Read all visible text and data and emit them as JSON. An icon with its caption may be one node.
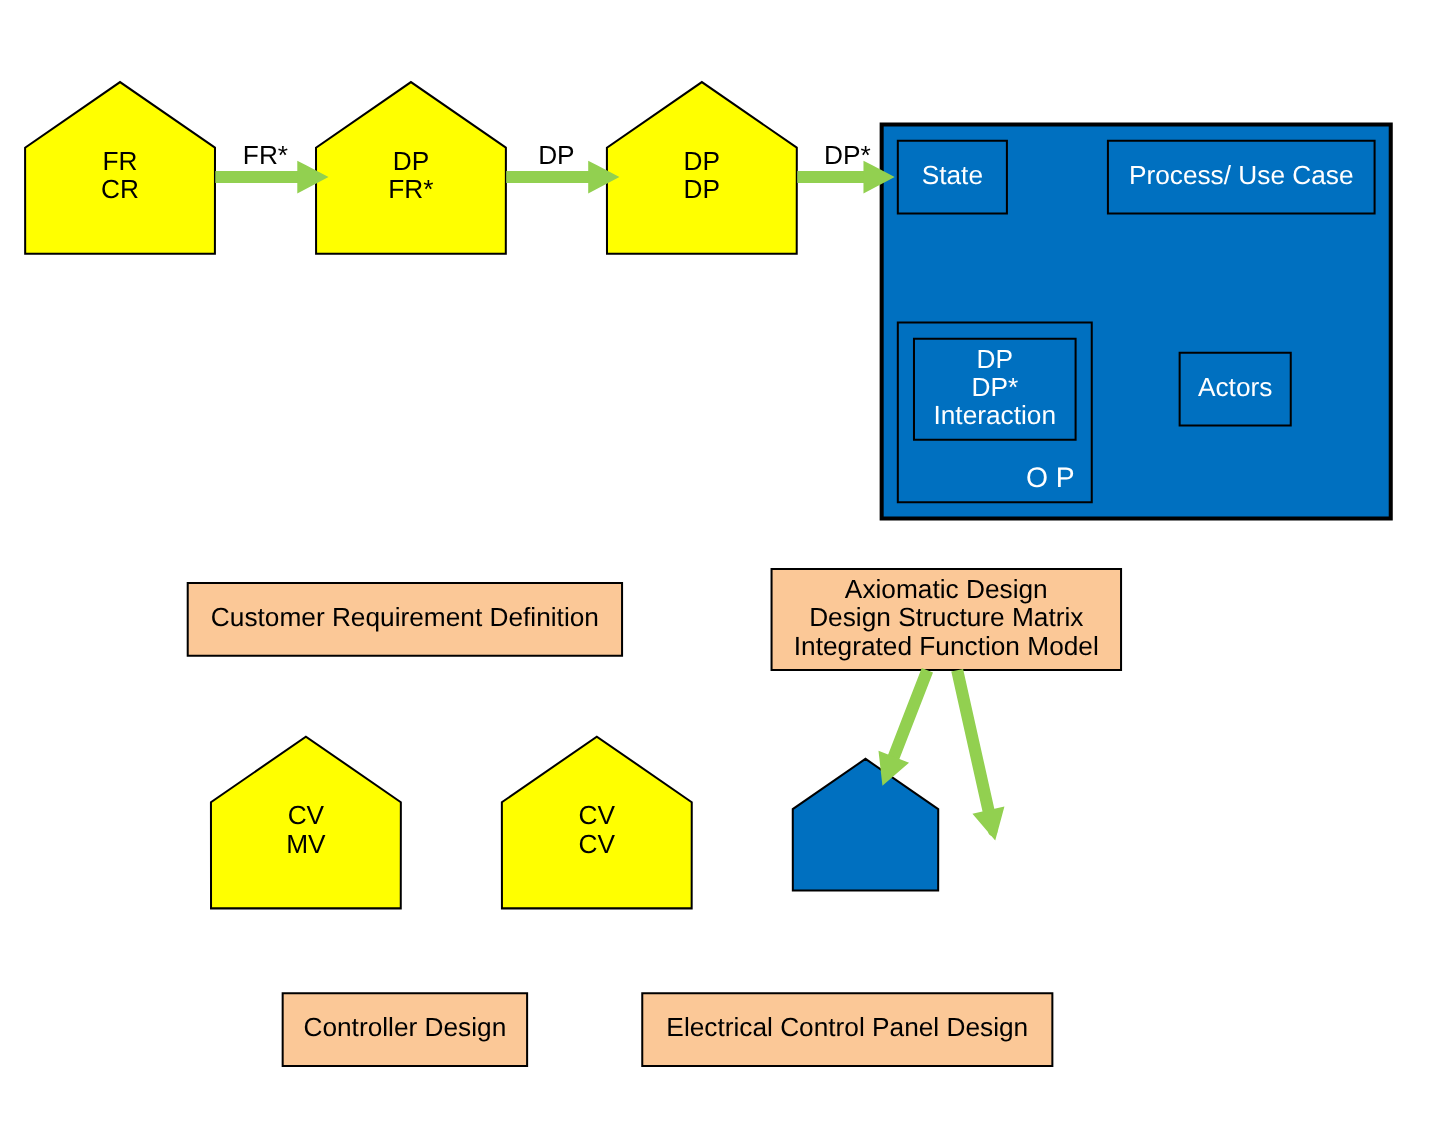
{
  "diagram": {
    "nodes": [
      {
        "text": [
          "FR",
          "CR"
        ]
      },
      {
        "text": [
          "DP",
          "FR*"
        ]
      },
      {
        "text": [
          "DP",
          "DP"
        ]
      },
      {
        "text": [],
        "shape": "house"
      },
      {
        "text": [
          "State"
        ],
        "in": 3
      },
      {
        "text": [
          "Process/ Use Case"
        ],
        "in": 3
      },
      {
        "text": [
          "O P"
        ],
        "in": 3
      },
      {
        "text": [
          "DP",
          "DP*",
          "Interaction"
        ],
        "in": 6
      },
      {
        "text": [
          "Actors"
        ],
        "in": 3
      },
      {
        "text": [
          "Customer Requirement Definition"
        ]
      },
      {
        "text": [
          "Axiomatic Design",
          "Design Structure Matrix",
          "Integrated Function Model"
        ]
      },
      {
        "text": [
          "CV",
          "MV"
        ]
      },
      {
        "text": [
          "CV",
          "CV"
        ]
      },
      {
        "text": [
          "Controller Design"
        ]
      },
      {
        "text": [],
        "shape": "house"
      },
      {
        "text": [
          "Electrical Control Panel Design"
        ]
      }
    ],
    "edges": [
      {
        "from": 0,
        "to": 1,
        "arrow": "to",
        "label": "FR*"
      },
      {
        "from": 1,
        "to": 2,
        "arrow": "to",
        "label": "DP"
      },
      {
        "from": 2,
        "to": 3,
        "arrow": "to",
        "label": "DP*"
      },
      {
        "from": 10,
        "to": null,
        "arrow": "to"
      },
      {
        "from": 10,
        "to": 14,
        "arrow": "to"
      }
    ]
  }
}
